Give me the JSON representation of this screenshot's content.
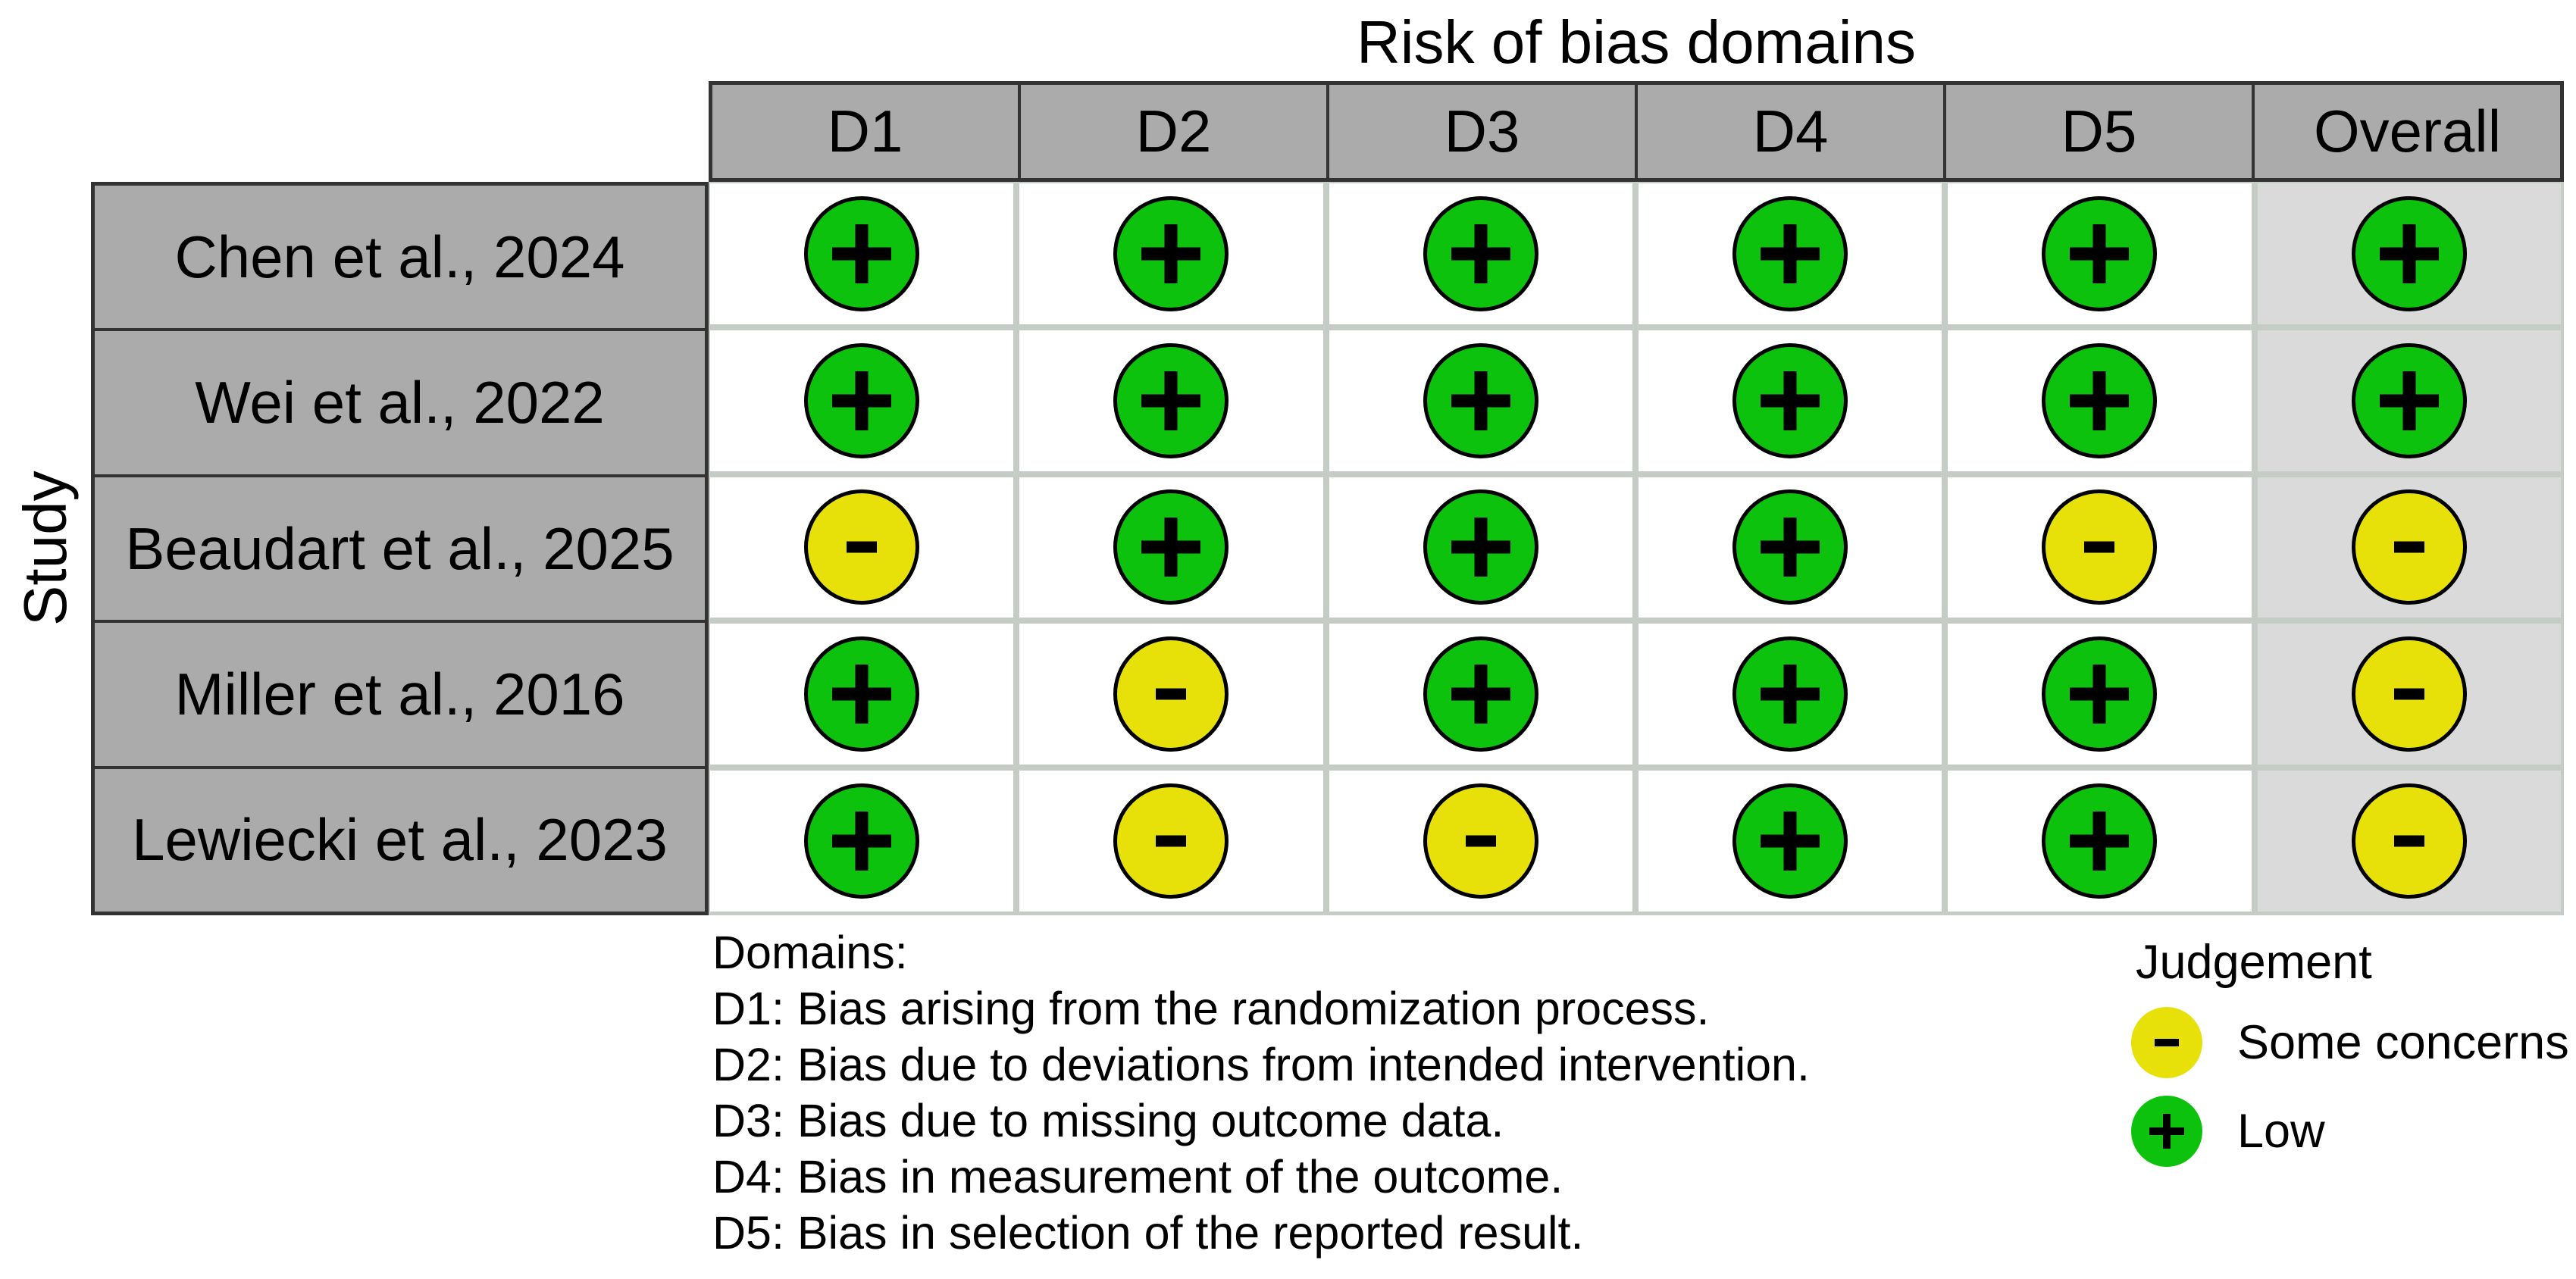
{
  "title": "Risk of bias domains",
  "axis_label": "Study",
  "columns": [
    "D1",
    "D2",
    "D3",
    "D4",
    "D5",
    "Overall"
  ],
  "rows": [
    {
      "study": "Chen et al., 2024",
      "judgements": [
        "low",
        "low",
        "low",
        "low",
        "low",
        "low"
      ]
    },
    {
      "study": "Wei et al., 2022",
      "judgements": [
        "low",
        "low",
        "low",
        "low",
        "low",
        "low"
      ]
    },
    {
      "study": "Beaudart et al., 2025",
      "judgements": [
        "some_concerns",
        "low",
        "low",
        "low",
        "some_concerns",
        "some_concerns"
      ]
    },
    {
      "study": "Miller et al., 2016",
      "judgements": [
        "low",
        "some_concerns",
        "low",
        "low",
        "low",
        "some_concerns"
      ]
    },
    {
      "study": "Lewiecki et al., 2023",
      "judgements": [
        "low",
        "some_concerns",
        "some_concerns",
        "low",
        "low",
        "some_concerns"
      ]
    }
  ],
  "judgements": {
    "low": {
      "label": "Low",
      "symbol": "+",
      "color": "#0CC20C"
    },
    "some_concerns": {
      "label": "Some concerns",
      "symbol": "-",
      "color": "#E7E109"
    }
  },
  "footnote": {
    "heading": "Domains:",
    "items": [
      "D1: Bias arising from the randomization process.",
      "D2: Bias due to deviations from intended intervention.",
      "D3: Bias due to missing outcome data.",
      "D4: Bias in measurement of the outcome.",
      "D5: Bias in selection of the reported result."
    ]
  },
  "legend": {
    "title": "Judgement",
    "items": [
      {
        "judgement": "some_concerns",
        "label": "Some concerns"
      },
      {
        "judgement": "low",
        "label": "Low"
      }
    ]
  },
  "colors": {
    "low": "#0CC20C",
    "some_concerns": "#E7E109",
    "header_bg": "#ABABAB",
    "overall_column_bg": "#DADADA",
    "grid_line": "#C5CCC5",
    "table_border": "#333333",
    "symbol": "#000000"
  },
  "chart_data": {
    "type": "table",
    "title": "Risk of bias domains",
    "y_header": "Study",
    "columns": [
      "D1",
      "D2",
      "D3",
      "D4",
      "D5",
      "Overall"
    ],
    "row_labels": [
      "Chen et al., 2024",
      "Wei et al., 2022",
      "Beaudart et al., 2025",
      "Miller et al., 2016",
      "Lewiecki et al., 2023"
    ],
    "values": [
      [
        "Low",
        "Low",
        "Low",
        "Low",
        "Low",
        "Low"
      ],
      [
        "Low",
        "Low",
        "Low",
        "Low",
        "Low",
        "Low"
      ],
      [
        "Some concerns",
        "Low",
        "Low",
        "Low",
        "Some concerns",
        "Some concerns"
      ],
      [
        "Low",
        "Some concerns",
        "Low",
        "Low",
        "Low",
        "Some concerns"
      ],
      [
        "Low",
        "Some concerns",
        "Some concerns",
        "Low",
        "Low",
        "Some concerns"
      ]
    ],
    "legend": {
      "Some concerns": "-",
      "Low": "+"
    },
    "domain_descriptions": [
      "D1: Bias arising from the randomization process.",
      "D2: Bias due to deviations from intended intervention.",
      "D3: Bias due to missing outcome data.",
      "D4: Bias in measurement of the outcome.",
      "D5: Bias in selection of the reported result."
    ]
  }
}
